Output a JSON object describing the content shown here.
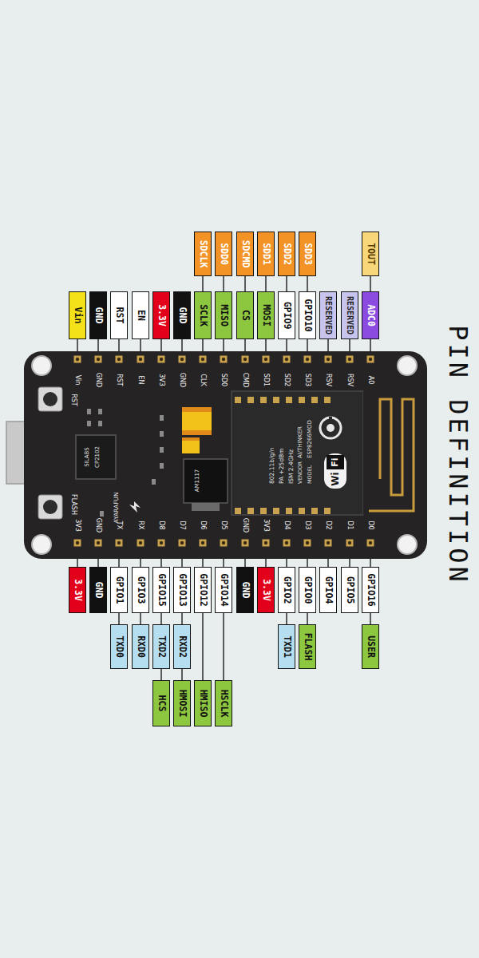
{
  "diagram": {
    "title": "PIN DEFINITION",
    "labels": [
      "Vin",
      "GND",
      "RST",
      "EN",
      "3.3V",
      "GND",
      "SCLK",
      "MISO",
      "CS",
      "MOSI",
      "GPIO9",
      "GPIO10",
      "RESERVED",
      "RESERVED",
      "ADC0",
      "SDCLK",
      "SDD0",
      "SDCMD",
      "SDD1",
      "SDD2",
      "SDD3",
      "TOUT",
      "Vin",
      "GND",
      "RST",
      "EN",
      "3V3",
      "GND",
      "CLK",
      "SD0",
      "CMD",
      "SD1",
      "SD2",
      "SD3",
      "RSV",
      "RSV",
      "A0",
      "3V3",
      "GND",
      "TX",
      "RX",
      "D8",
      "D7",
      "D6",
      "D5",
      "GND",
      "3V3",
      "D4",
      "D3",
      "D2",
      "D1",
      "D0",
      "3.3V",
      "GND",
      "GPIO1",
      "GPIO3",
      "GPIO15",
      "GPIO13",
      "GPIO12",
      "GPIO14",
      "GND",
      "3.3V",
      "GPIO2",
      "GPIO0",
      "GPIO4",
      "GPIO5",
      "GPIO16",
      "TXD0",
      "RXD0",
      "TXD2",
      "RXD2",
      "TXD1",
      "FLASH",
      "USER",
      "HCS",
      "HMOSI",
      "HMISO",
      "HSCLK",
      "RST",
      "FLASH",
      "SILABS",
      "CP2102",
      "AYARAFUN",
      "AM1117",
      "MODEL",
      "ESP8266MOD",
      "VENDOR",
      "AI/THINKER",
      "ISM 2.4GHz",
      "PA +25dBm",
      "802.11b/g/n",
      "Wi",
      "Fi"
    ]
  }
}
